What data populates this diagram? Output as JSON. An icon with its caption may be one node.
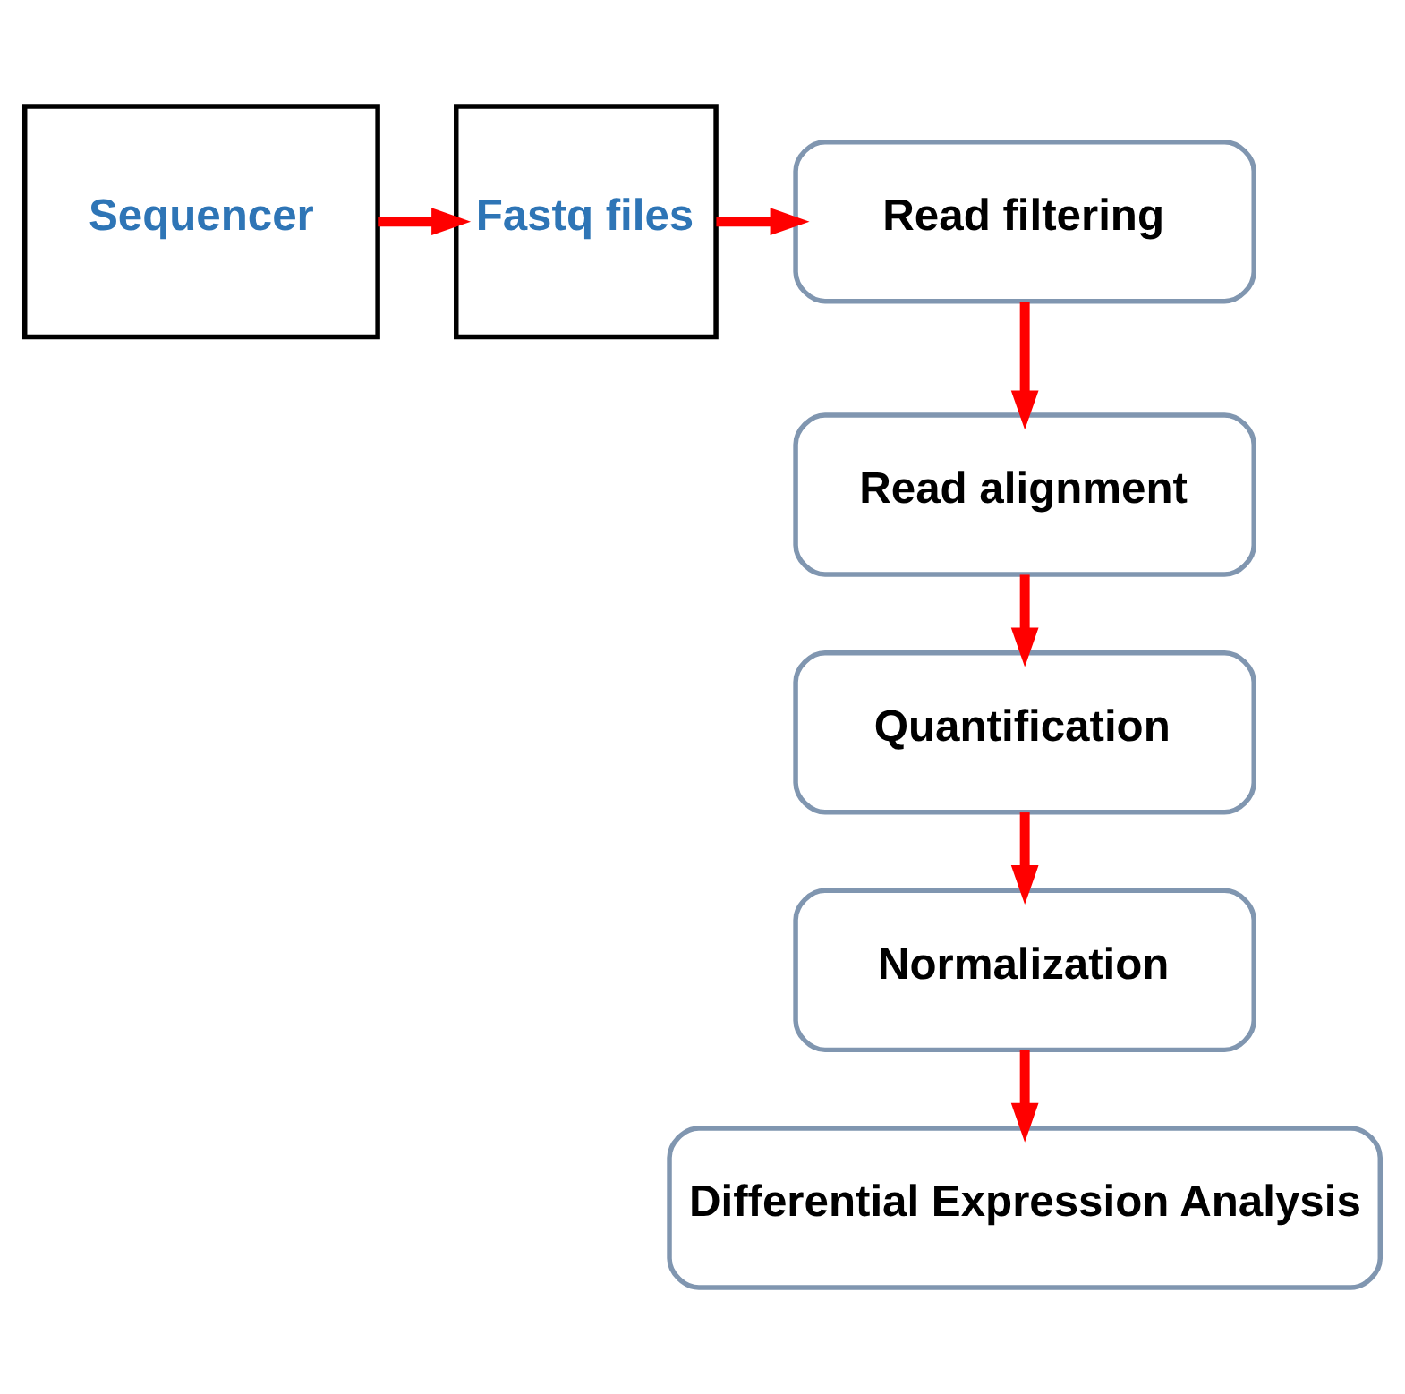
{
  "diagram": {
    "nodes": [
      {
        "text": [
          "Sequencer"
        ]
      },
      {
        "text": [
          "Fastq files"
        ]
      },
      {
        "text": [
          "Read filtering"
        ]
      },
      {
        "text": [
          "Read alignment"
        ]
      },
      {
        "text": [
          "Quantification"
        ]
      },
      {
        "text": [
          "Normalization"
        ]
      },
      {
        "text": [
          "Differential Expression Analysis"
        ]
      }
    ],
    "edges": [
      {
        "from": 0,
        "to": 1,
        "arrow": "to"
      },
      {
        "from": 1,
        "to": 2,
        "arrow": "to"
      },
      {
        "from": 2,
        "to": 3,
        "arrow": "to"
      },
      {
        "from": 3,
        "to": 4,
        "arrow": "to"
      },
      {
        "from": 4,
        "to": 5,
        "arrow": "to"
      },
      {
        "from": 5,
        "to": 6,
        "arrow": "to"
      }
    ]
  }
}
